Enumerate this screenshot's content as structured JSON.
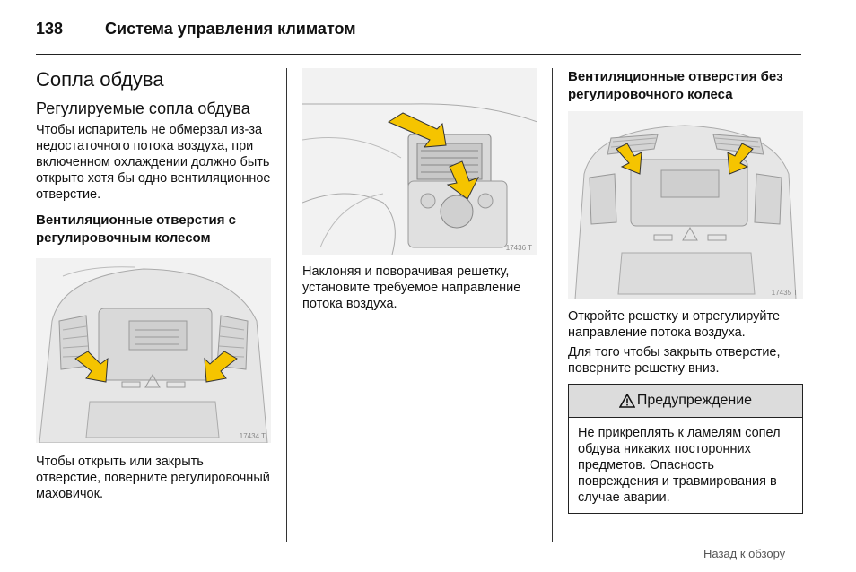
{
  "header": {
    "page_number": "138",
    "section_title": "Система управления климатом"
  },
  "col1": {
    "title": "Сопла обдува",
    "subtitle": "Регулируемые сопла обдува",
    "intro": "Чтобы испаритель не обмерзал из-за недостаточного потока воздуха, при включенном охлаждении должно быть открыто хотя бы одно вентиляционное отверстие.",
    "heading_wheel": "Вентиляционные отверстия с регулировочным колесом",
    "figure_code": "17434 T",
    "caption": "Чтобы открыть или закрыть отверстие, поверните регулировочный маховичок."
  },
  "col2": {
    "figure_code": "17436 T",
    "caption": "Наклоняя и поворачивая решетку, установите требуемое направление потока воздуха."
  },
  "col3": {
    "heading": "Вентиляционные отверстия без регулировочного колеса",
    "figure_code": "17435 T",
    "caption1": "Откройте решетку и отрегулируйте направление потока воздуха.",
    "caption2": "Для того чтобы закрыть отверстие, поверните решетку вниз.",
    "warning_icon": "warning-triangle-icon",
    "warning_title": "Предупреждение",
    "warning_text": "Не прикреплять к ламелям сопел обдува никаких посторонних предметов. Опасность повреждения и травмирования в случае аварии."
  },
  "footer": {
    "back_link": "Назад к обзору"
  },
  "colors": {
    "arrow_yellow": "#f5c400",
    "warning_header_bg": "#dcdcdc"
  }
}
